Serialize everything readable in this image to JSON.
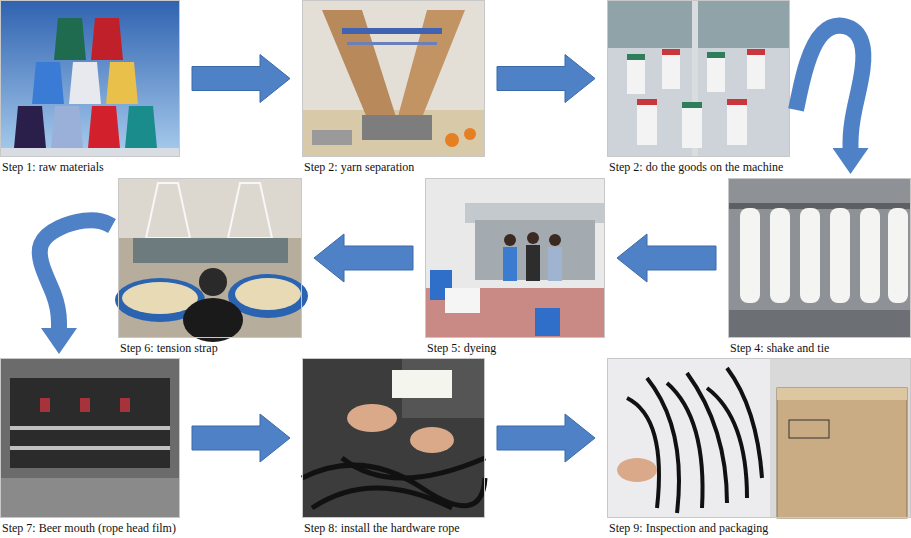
{
  "diagram": {
    "nodes": [
      {
        "text": [
          "Step 1: raw materials"
        ]
      },
      {
        "text": [
          "Step 2: yarn separation"
        ]
      },
      {
        "text": [
          "Step 2: do the goods on the machine"
        ]
      },
      {
        "text": [
          "Step 4: shake and tie"
        ]
      },
      {
        "text": [
          "Step 5: dyeing"
        ]
      },
      {
        "text": [
          "Step 6: tension strap"
        ]
      },
      {
        "text": [
          "Step 7: Beer mouth (rope head film)"
        ]
      },
      {
        "text": [
          "Step 8: install the hardware rope"
        ]
      },
      {
        "text": [
          "Step 9: Inspection and packaging"
        ]
      }
    ],
    "edges": [
      {
        "from": 0,
        "to": 1,
        "arrow": "to"
      },
      {
        "from": 1,
        "to": 2,
        "arrow": "to"
      },
      {
        "from": 2,
        "to": 3,
        "arrow": "to"
      },
      {
        "from": 3,
        "to": 4,
        "arrow": "to"
      },
      {
        "from": 4,
        "to": 5,
        "arrow": "to"
      },
      {
        "from": 5,
        "to": 6,
        "arrow": "to"
      },
      {
        "from": 6,
        "to": 7,
        "arrow": "to"
      },
      {
        "from": 7,
        "to": 8,
        "arrow": "to"
      }
    ]
  }
}
